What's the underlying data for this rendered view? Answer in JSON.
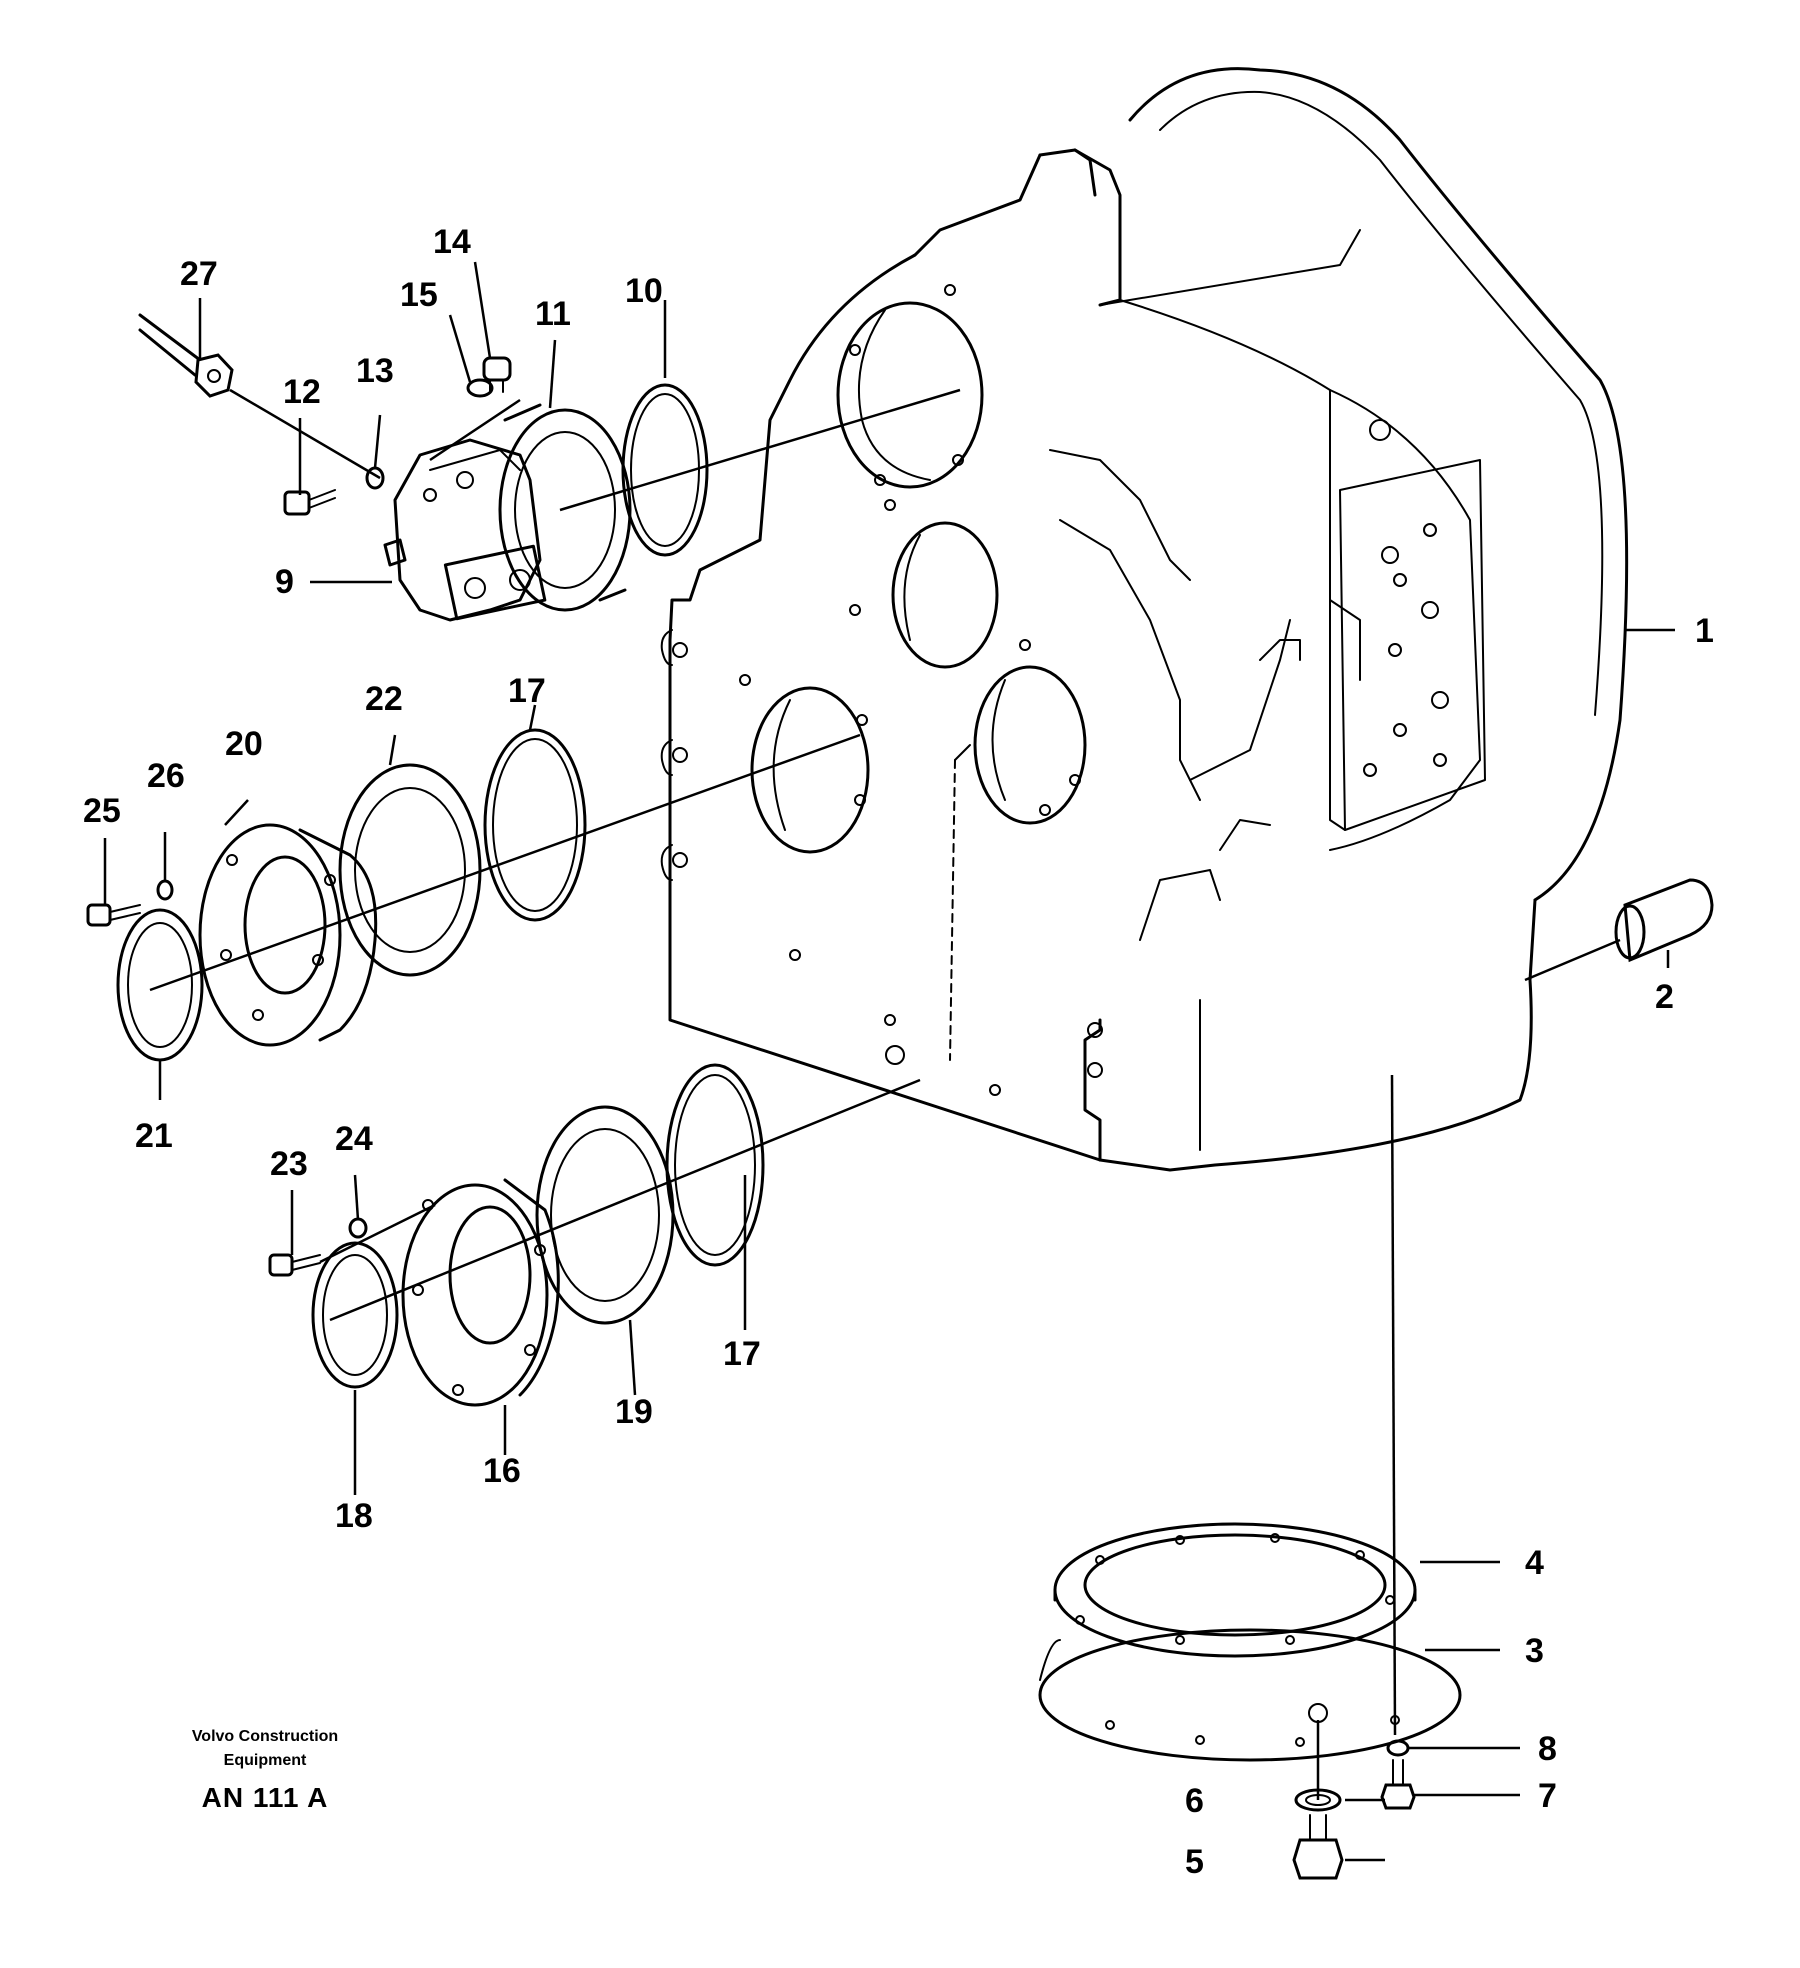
{
  "callouts": {
    "c1": "1",
    "c2": "2",
    "c3": "3",
    "c4": "4",
    "c5": "5",
    "c6": "6",
    "c7": "7",
    "c8": "8",
    "c9": "9",
    "c10": "10",
    "c11": "11",
    "c12": "12",
    "c13": "13",
    "c14": "14",
    "c15": "15",
    "c16": "16",
    "c17a": "17",
    "c17b": "17",
    "c18": "18",
    "c19": "19",
    "c20": "20",
    "c21": "21",
    "c22": "22",
    "c23": "23",
    "c24": "24",
    "c25": "25",
    "c26": "26",
    "c27": "27"
  },
  "footer": {
    "company_line1": "Volvo Construction",
    "company_line2": "Equipment",
    "drawing_code": "AN 111 A"
  }
}
